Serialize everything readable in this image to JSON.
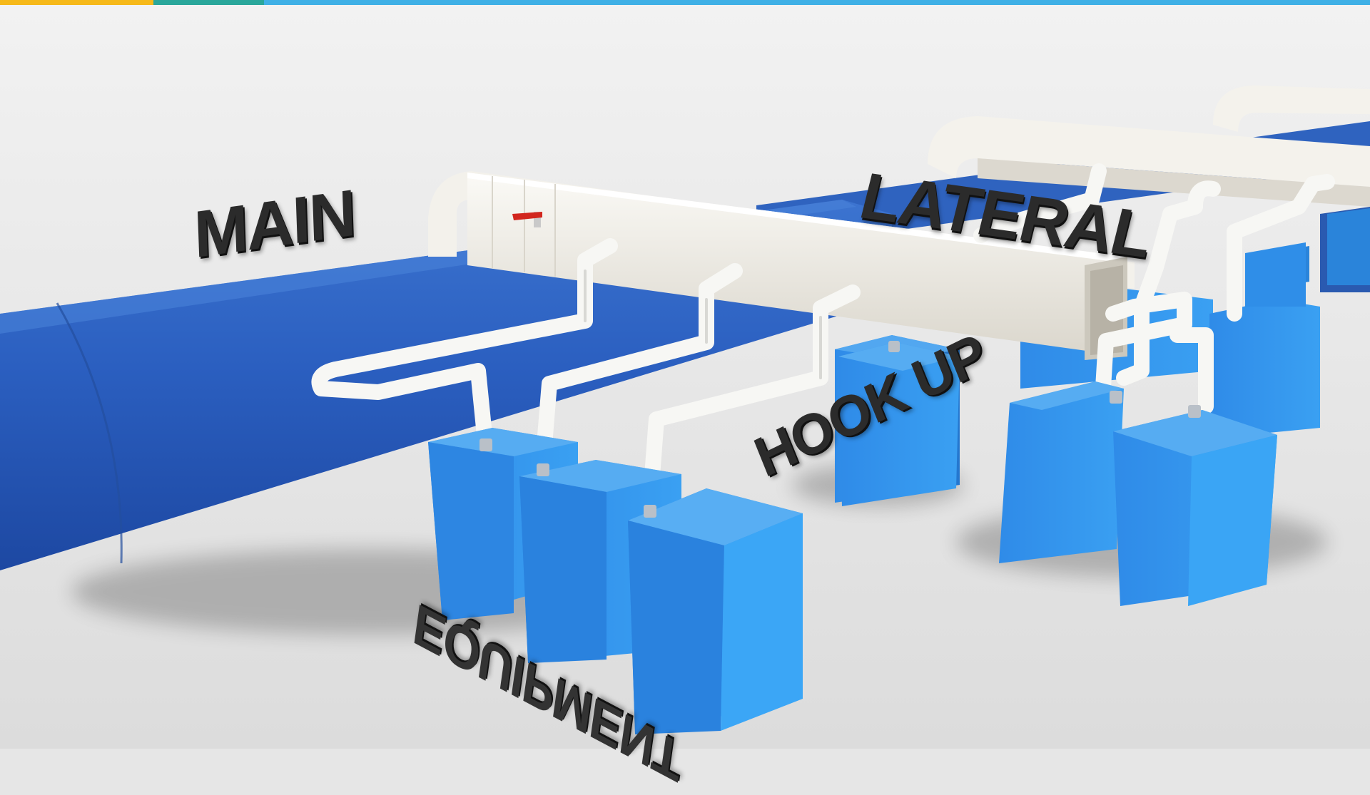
{
  "labels": {
    "main": "MAIN",
    "lateral": "LATERAL",
    "hook_up": "HOOK UP",
    "equipment": "EQUIPMENT"
  },
  "colors": {
    "topbar_segments": [
      "#f6b91a",
      "#2aa79b",
      "#3fb0e6"
    ],
    "pipe_blue": "#2f66c4",
    "equipment_blue": "#2e8ee6",
    "duct_white": "#f1efea",
    "valve_red": "#d2261e",
    "floor": "#e4e4e4"
  },
  "icons": {
    "valve": "red-valve-handle-icon"
  }
}
